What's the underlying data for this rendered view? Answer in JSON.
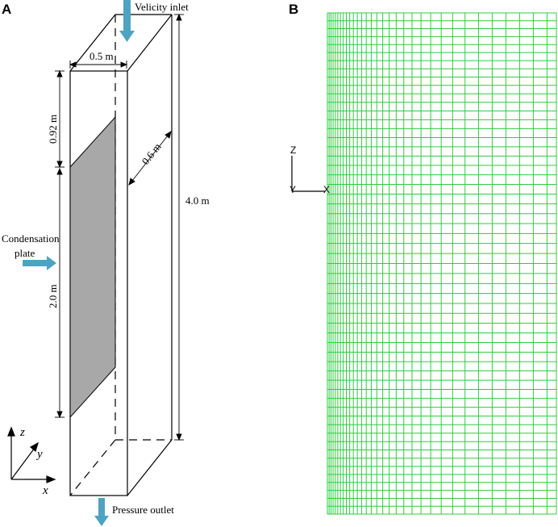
{
  "panel_a": {
    "letter": "A",
    "labels": {
      "velocity_inlet": "Velicity inlet",
      "pressure_outlet": "Pressure outlet",
      "condensation_line1": "Condensation",
      "condensation_line2": "plate",
      "width": "0.5 m",
      "depth": "0.6 m",
      "height_total": "4.0 m",
      "top_gap": "0.92 m",
      "plate_height": "2.0 m"
    },
    "axes": {
      "z": "z",
      "y": "y",
      "x": "x"
    },
    "colors": {
      "arrow": "#4fa3c2",
      "plate": "#a8a8a8",
      "line": "#000000"
    }
  },
  "panel_b": {
    "letter": "B",
    "axes": {
      "z": "Z",
      "y": "Y",
      "x": "X"
    },
    "colors": {
      "mesh": "#2ecc40"
    }
  }
}
